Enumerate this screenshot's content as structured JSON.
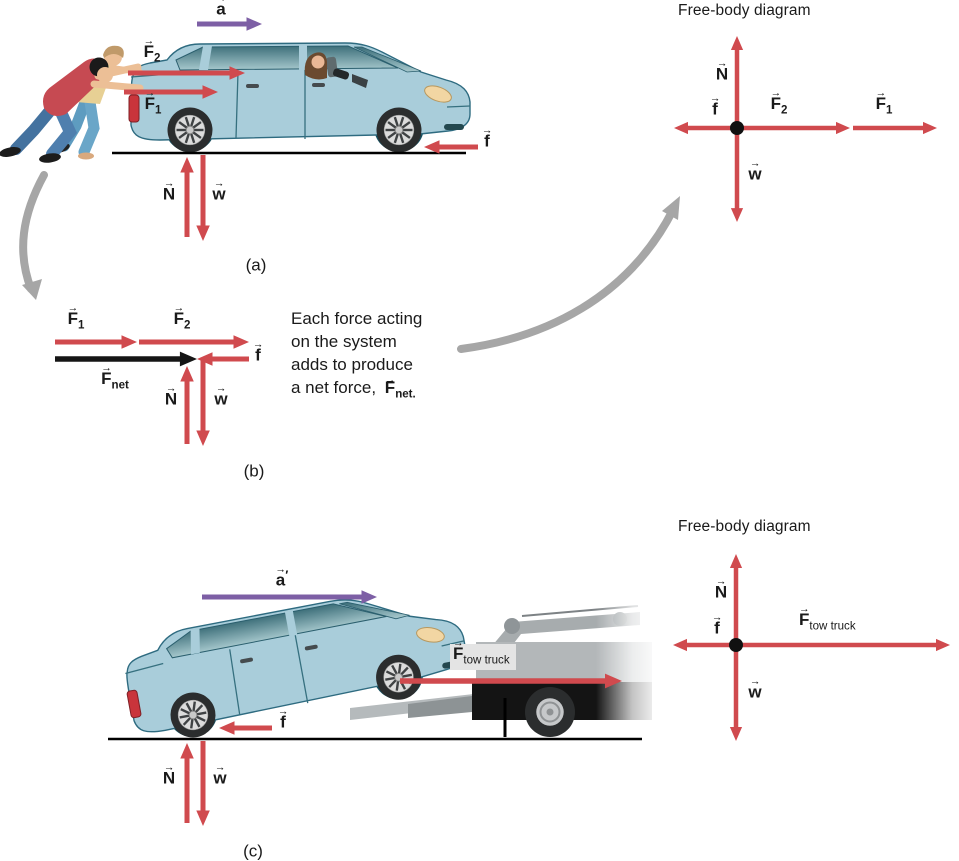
{
  "colors": {
    "red": "#d04a4e",
    "purple": "#7d5fa5",
    "gray": "#a6a6a6",
    "black": "#151515",
    "car_body": "#a9cdda",
    "text": "#1a1a1a"
  },
  "panel_a": {
    "caption": "(a)",
    "accel": {
      "h": "→",
      "b": "a"
    },
    "F2": {
      "h": "→",
      "b": "F",
      "s": "2"
    },
    "F1": {
      "h": "→",
      "b": "F",
      "s": "1"
    },
    "f": {
      "h": "→",
      "b": "f"
    },
    "N": {
      "h": "→",
      "b": "N"
    },
    "w": {
      "h": "→",
      "b": "w"
    }
  },
  "fbd_top": {
    "title": "Free-body diagram",
    "N": {
      "h": "→",
      "b": "N"
    },
    "f": {
      "h": "→",
      "b": "f"
    },
    "F2": {
      "h": "→",
      "b": "F",
      "s": "2"
    },
    "F1": {
      "h": "→",
      "b": "F",
      "s": "1"
    },
    "w": {
      "h": "→",
      "b": "w"
    }
  },
  "panel_b": {
    "caption": "(b)",
    "F1": {
      "h": "→",
      "b": "F",
      "s": "1"
    },
    "F2": {
      "h": "→",
      "b": "F",
      "s": "2"
    },
    "f": {
      "h": "→",
      "b": "f"
    },
    "Fnet": {
      "h": "→",
      "b": "F",
      "s": "net"
    },
    "N": {
      "h": "→",
      "b": "N"
    },
    "w": {
      "h": "→",
      "b": "w"
    },
    "note": {
      "line1": "Each force acting",
      "line2": "on the system",
      "line3": "adds to produce",
      "line4": "a net force,",
      "fnet": {
        "h": "→",
        "b": "F",
        "s": "net."
      }
    }
  },
  "panel_c": {
    "caption": "(c)",
    "accel": {
      "h": "→",
      "b": "a",
      "p": "′"
    },
    "Ftow": {
      "h": "→",
      "b": "F",
      "s": "tow truck"
    },
    "f": {
      "h": "→",
      "b": "f"
    },
    "N": {
      "h": "→",
      "b": "N"
    },
    "w": {
      "h": "→",
      "b": "w"
    }
  },
  "fbd_bottom": {
    "title": "Free-body diagram",
    "N": {
      "h": "→",
      "b": "N"
    },
    "f": {
      "h": "→",
      "b": "f"
    },
    "Ftow": {
      "h": "→",
      "b": "F",
      "s": "tow truck"
    },
    "w": {
      "h": "→",
      "b": "w"
    }
  }
}
